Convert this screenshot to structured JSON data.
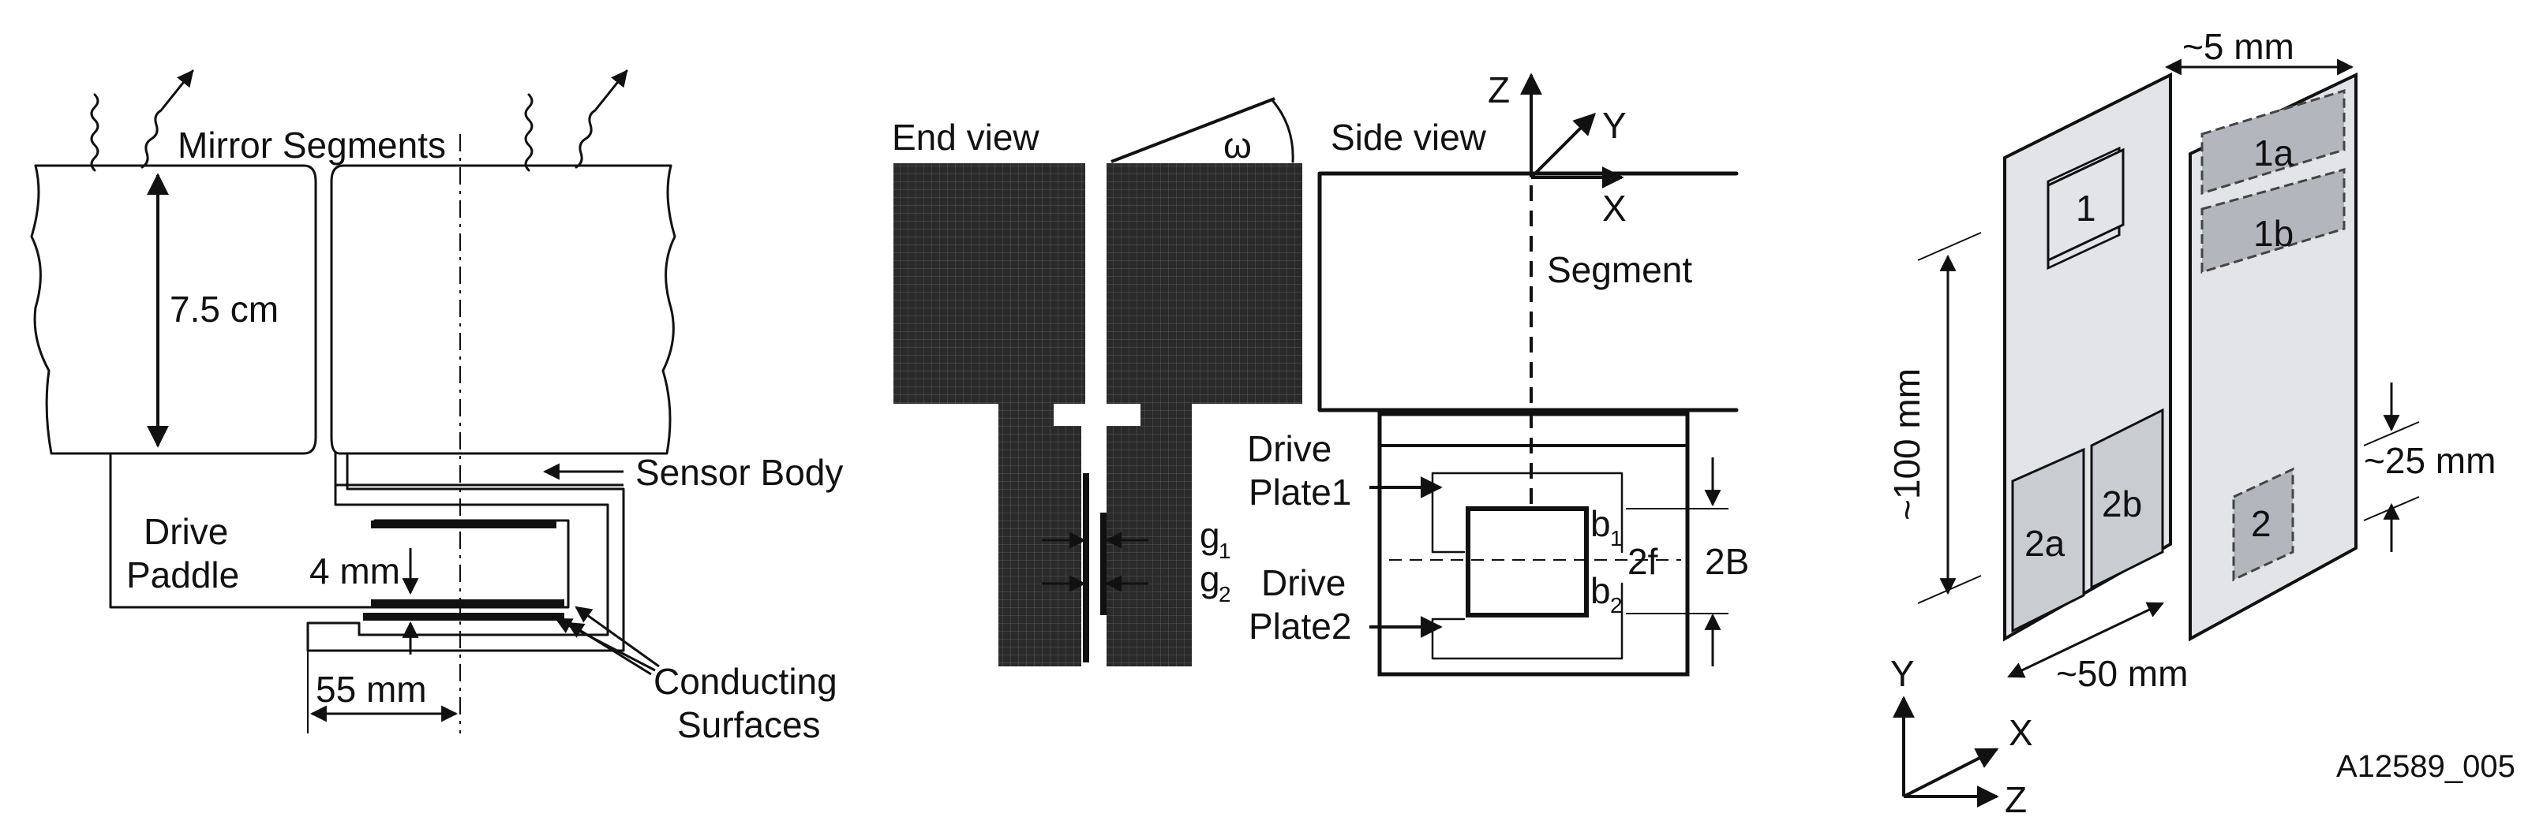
{
  "panel_left": {
    "mirror_segments": "Mirror Segments",
    "height": "7.5 cm",
    "sensor_body": "Sensor Body",
    "drive_paddle_1": "Drive",
    "drive_paddle_2": "Paddle",
    "gap": "4 mm",
    "width": "55 mm",
    "conducting_1": "Conducting",
    "conducting_2": "Surfaces"
  },
  "panel_middle": {
    "end_view": "End view",
    "side_view": "Side view",
    "omega": "ω",
    "axis_z": "Z",
    "axis_y": "Y",
    "axis_x": "X",
    "segment": "Segment",
    "drive_plate1_a": "Drive",
    "drive_plate1_b": "Plate1",
    "drive_plate2_a": "Drive",
    "drive_plate2_b": "Plate2",
    "g": "g",
    "g1_sub": "1",
    "g2_sub": "2",
    "b": "b",
    "b1_sub": "1",
    "b2_sub": "2",
    "two_f": "2f",
    "two_B": "2B"
  },
  "panel_right": {
    "width_5mm": "~5 mm",
    "height_100mm": "~100 mm",
    "height_25mm": "~25 mm",
    "width_50mm": "~50 mm",
    "pad_1": "1",
    "pad_1a": "1a",
    "pad_1b": "1b",
    "pad_2": "2",
    "pad_2a": "2a",
    "pad_2b": "2b",
    "axis_y": "Y",
    "axis_x": "X",
    "axis_z": "Z",
    "figure_id": "A12589_005"
  }
}
